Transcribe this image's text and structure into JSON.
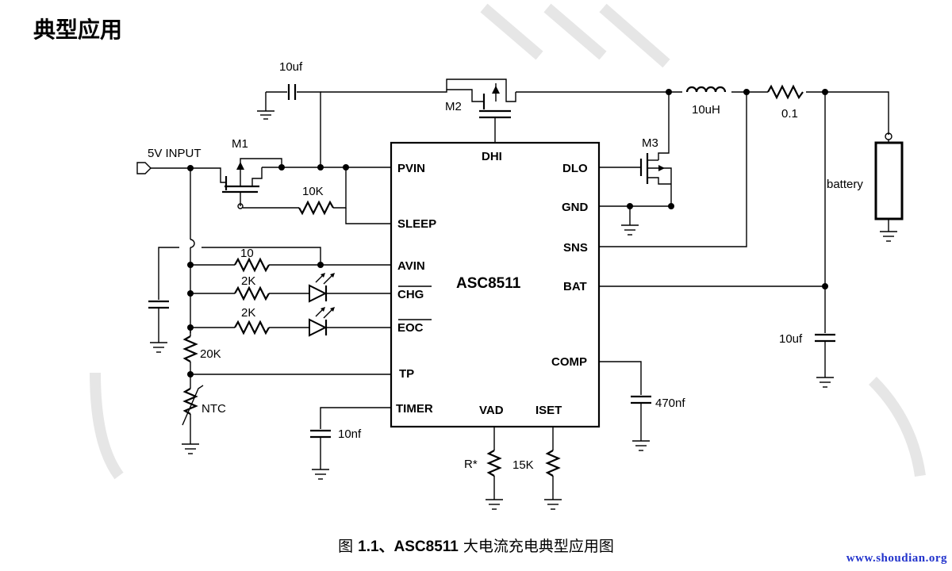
{
  "page_title": "典型应用",
  "caption": {
    "prefix": "图",
    "main": "1.1、ASC8511",
    "suffix": "大电流充电典型应用图"
  },
  "watermark": "www.shoudian.org",
  "chip": {
    "name": "ASC8511",
    "pins": {
      "pvin": "PVIN",
      "sleep": "SLEEP",
      "avin": "AVIN",
      "chg": "CHG",
      "eoc": "EOC",
      "tp": "TP",
      "timer": "TIMER",
      "vad": "VAD",
      "iset": "ISET",
      "dhi": "DHI",
      "dlo": "DLO",
      "gnd": "GND",
      "sns": "SNS",
      "bat": "BAT",
      "comp": "COMP"
    }
  },
  "components": {
    "input_label": "5V INPUT",
    "m1": "M1",
    "m2": "M2",
    "m3": "M3",
    "c_pvin": "10uf",
    "r_sleep": "10K",
    "r_avin": "10",
    "r_chg": "2K",
    "r_eoc": "2K",
    "r_tp": "20K",
    "ntc": "NTC",
    "c_timer": "10nf",
    "r_vad": "R*",
    "r_iset": "15K",
    "c_comp": "470nf",
    "inductor": "10uH",
    "r_sense": "0.1",
    "battery": "battery",
    "c_bat": "10uf"
  },
  "colors": {
    "watermark": "#2233cc",
    "faded_watermark": "#e6e6e6"
  }
}
